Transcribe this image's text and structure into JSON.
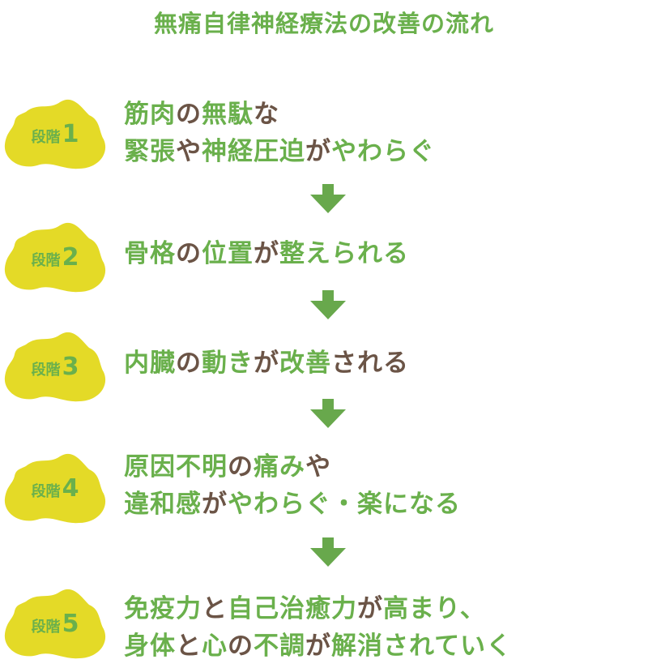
{
  "colors": {
    "green": "#6ab04c",
    "brown": "#6b5446",
    "yellow": "#e4da27",
    "arrow": "#68a84c"
  },
  "title": "無痛自律神経療法の改善の流れ",
  "step_word": "段階",
  "steps": [
    {
      "number": "1",
      "lines": [
        [
          [
            "筋肉",
            "g"
          ],
          [
            "の",
            "b"
          ],
          [
            "無駄",
            "g"
          ],
          [
            "な",
            "b"
          ]
        ],
        [
          [
            "緊張",
            "g"
          ],
          [
            "や",
            "b"
          ],
          [
            "神経圧迫",
            "g"
          ],
          [
            "が",
            "b"
          ],
          [
            "やわらぐ",
            "g"
          ]
        ]
      ]
    },
    {
      "number": "2",
      "lines": [
        [
          [
            "骨格",
            "g"
          ],
          [
            "の",
            "b"
          ],
          [
            "位置",
            "g"
          ],
          [
            "が",
            "b"
          ],
          [
            "整えられる",
            "g"
          ]
        ]
      ]
    },
    {
      "number": "3",
      "lines": [
        [
          [
            "内臓",
            "g"
          ],
          [
            "の",
            "b"
          ],
          [
            "動き",
            "g"
          ],
          [
            "が",
            "b"
          ],
          [
            "改善",
            "g"
          ],
          [
            "される",
            "b"
          ]
        ]
      ]
    },
    {
      "number": "4",
      "lines": [
        [
          [
            "原因不明",
            "g"
          ],
          [
            "の",
            "b"
          ],
          [
            "痛み",
            "g"
          ],
          [
            "や",
            "b"
          ]
        ],
        [
          [
            "違和感",
            "g"
          ],
          [
            "が",
            "b"
          ],
          [
            "やわらぐ・楽になる",
            "g"
          ]
        ]
      ]
    },
    {
      "number": "5",
      "lines": [
        [
          [
            "免疫力",
            "g"
          ],
          [
            "と",
            "b"
          ],
          [
            "自己治癒力",
            "g"
          ],
          [
            "が",
            "b"
          ],
          [
            "高まり、",
            "g"
          ]
        ],
        [
          [
            "身体",
            "g"
          ],
          [
            "と",
            "b"
          ],
          [
            "心",
            "g"
          ],
          [
            "の",
            "b"
          ],
          [
            "不調",
            "g"
          ],
          [
            "が",
            "b"
          ],
          [
            "解消されていく",
            "g"
          ]
        ]
      ]
    }
  ]
}
